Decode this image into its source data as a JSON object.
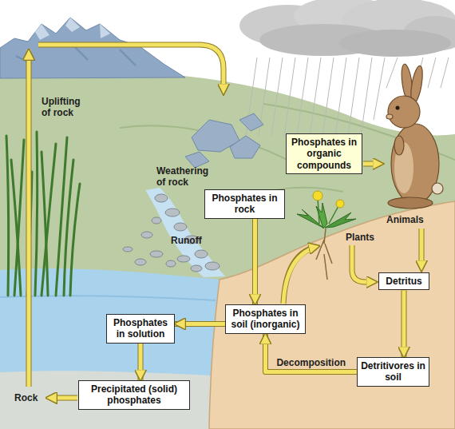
{
  "diagram": {
    "nodes": [
      {
        "text": [
          "Phosphates in organic compounds"
        ]
      },
      {
        "text": [
          "Phosphates in rock"
        ]
      },
      {
        "text": [
          "Detritus"
        ]
      },
      {
        "text": [
          "Phosphates in soil (inorganic)"
        ]
      },
      {
        "text": [
          "Phosphates in solution"
        ]
      },
      {
        "text": [
          "Detritivores in soil"
        ]
      },
      {
        "text": [
          "Precipitated (solid) phosphates"
        ]
      }
    ],
    "edges": [
      {
        "from": 1,
        "to": 3,
        "arrow": "to"
      },
      {
        "from": 3,
        "to": 4,
        "arrow": "to"
      },
      {
        "from": 4,
        "to": 6,
        "arrow": "to"
      },
      {
        "from": 2,
        "to": 5,
        "arrow": "to"
      },
      {
        "from": 5,
        "to": 3,
        "label": "Decomposition",
        "arrow": "to"
      }
    ],
    "labels": [
      "Uplifting of rock",
      "Weathering of rock",
      "Runoff",
      "Animals",
      "Plants",
      "Rock"
    ]
  }
}
